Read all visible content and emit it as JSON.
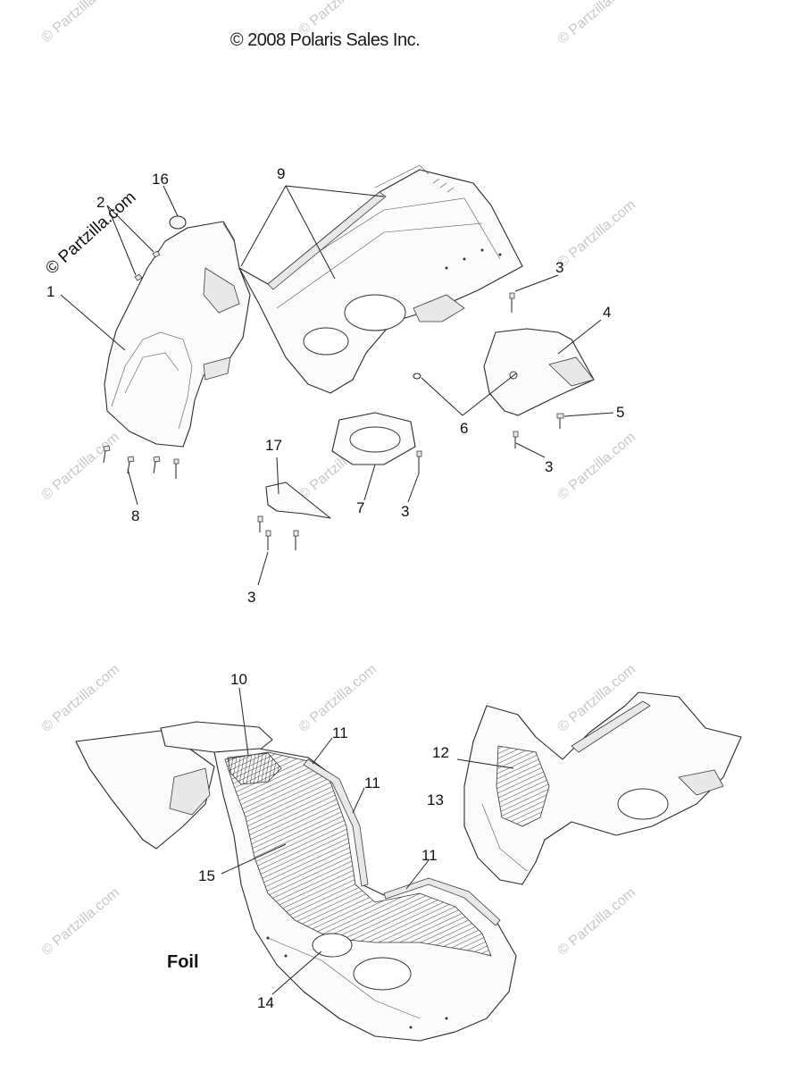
{
  "copyright": "© 2008 Polaris Sales Inc.",
  "watermark": "© Partzilla.com",
  "foil_label": "Foil",
  "callouts": {
    "c1": "1",
    "c2": "2",
    "c3a": "3",
    "c3b": "3",
    "c3c": "3",
    "c3d": "3",
    "c4": "4",
    "c5": "5",
    "c6": "6",
    "c7": "7",
    "c8": "8",
    "c9": "9",
    "c10": "10",
    "c11a": "11",
    "c11b": "11",
    "c11c": "11",
    "c12": "12",
    "c13": "13",
    "c14": "14",
    "c15": "15",
    "c16": "16",
    "c17": "17"
  },
  "colors": {
    "line": "#2a2a2a",
    "watermark": "#c8c8c8",
    "background": "#ffffff"
  }
}
